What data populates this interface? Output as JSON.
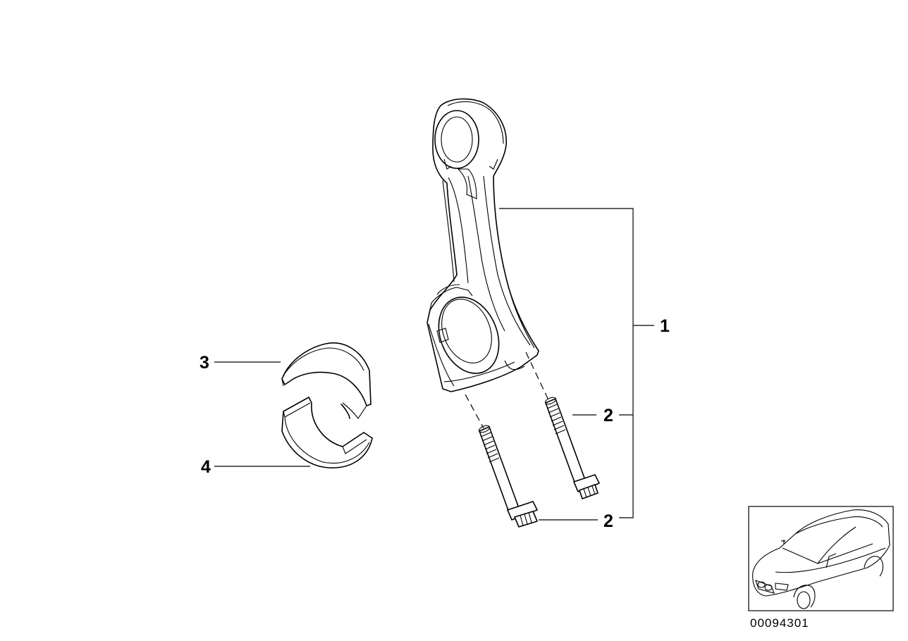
{
  "callouts": {
    "c1": "1",
    "c2a": "2",
    "c2b": "2",
    "c3": "3",
    "c4": "4"
  },
  "diagram_code": "00094301",
  "parts": [
    {
      "callout": "1",
      "icon": "connecting-rod-icon"
    },
    {
      "callout": "2",
      "icon": "con-rod-bolt-icon"
    },
    {
      "callout": "3",
      "icon": "upper-bearing-shell-icon"
    },
    {
      "callout": "4",
      "icon": "lower-bearing-shell-icon"
    }
  ],
  "thumbnail": {
    "icon": "car-silhouette-icon"
  }
}
